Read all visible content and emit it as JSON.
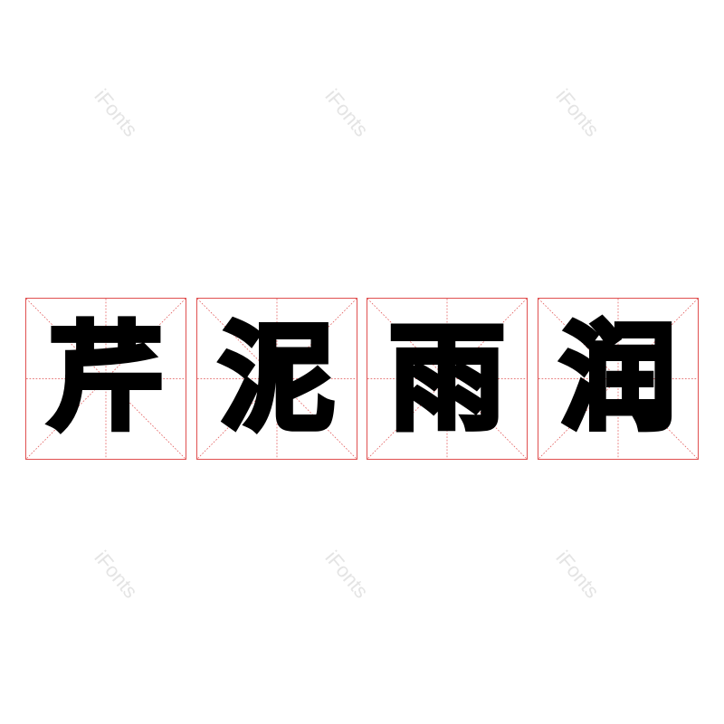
{
  "watermark": "iFonts",
  "characters": [
    "芹",
    "泥",
    "雨",
    "润"
  ],
  "colors": {
    "grid_line": "#e05050",
    "glyph": "#000000",
    "watermark": "#e4e4e4"
  }
}
